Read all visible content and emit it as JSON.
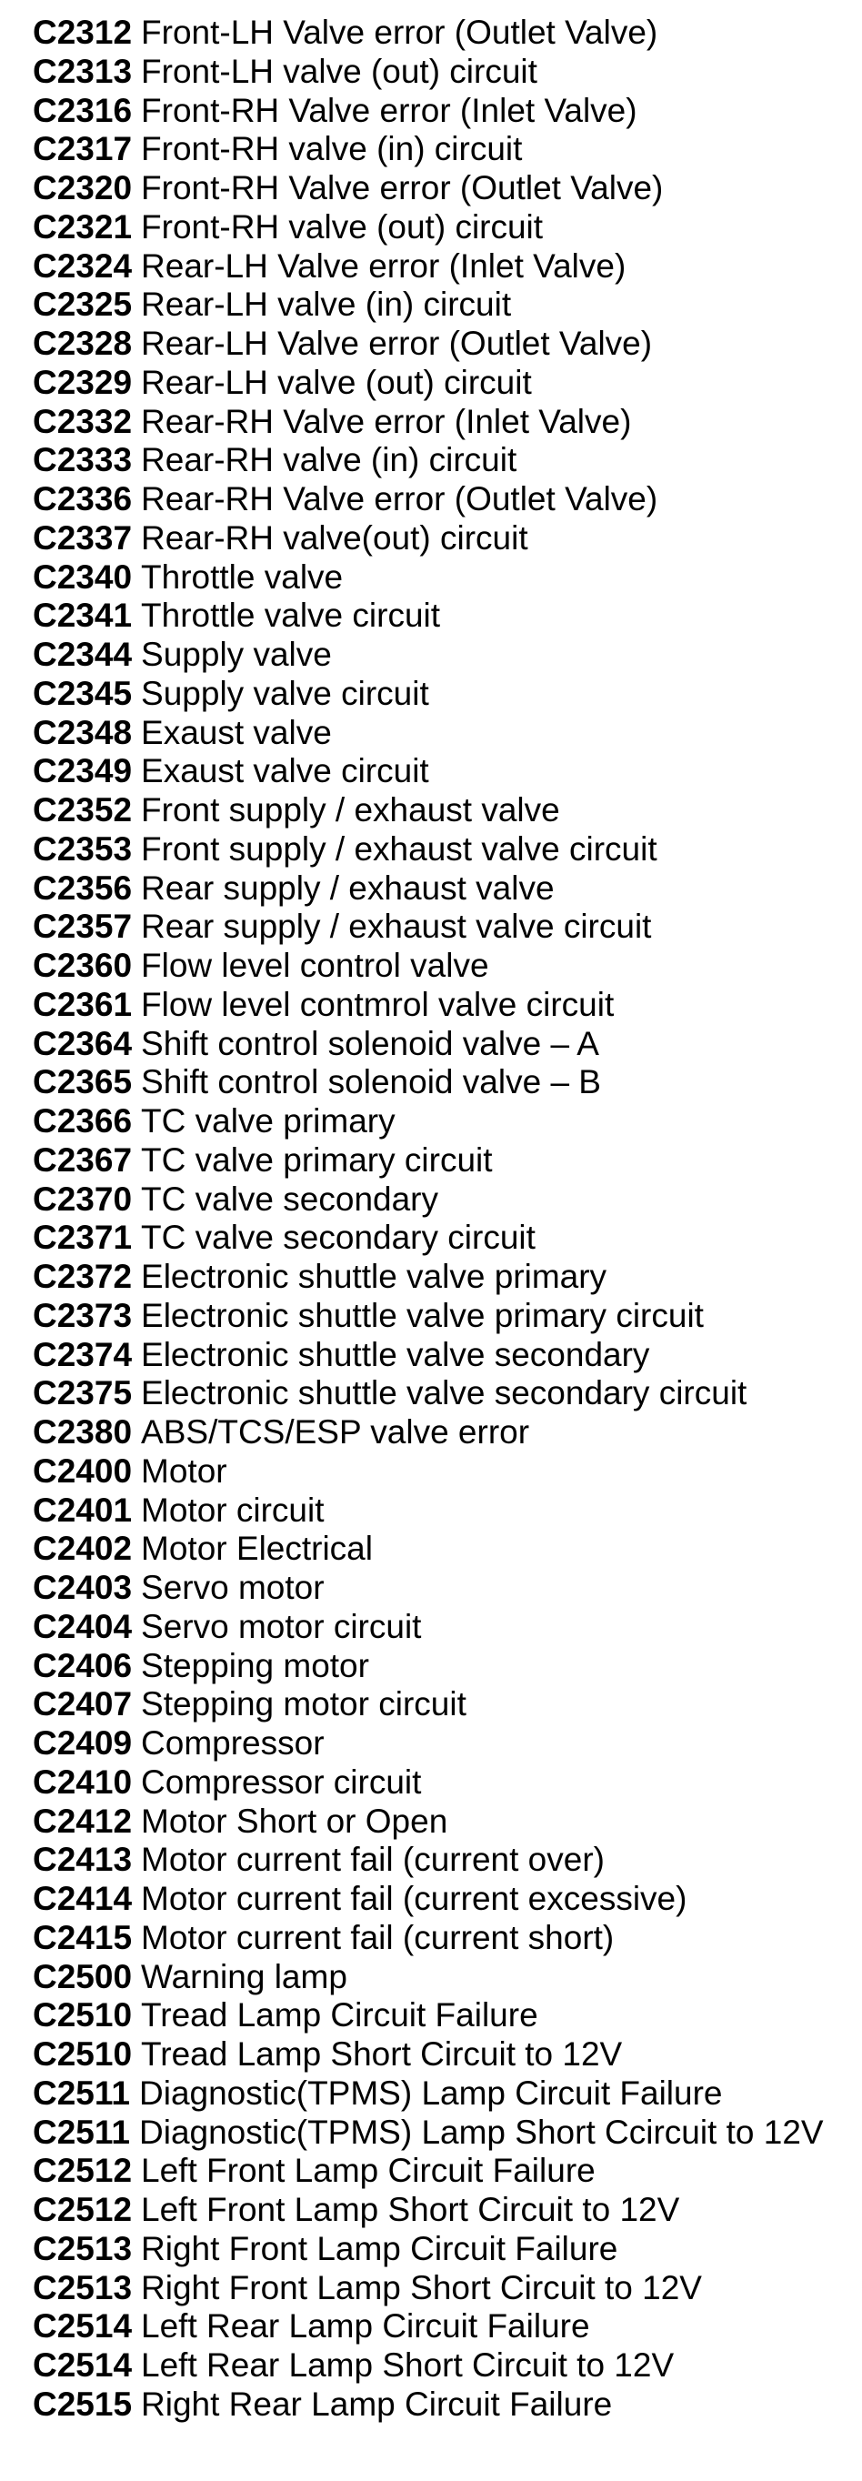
{
  "page": {
    "background_color": "#ffffff",
    "text_color": "#000000",
    "kind": "diagnostic-trouble-code-list"
  },
  "dtc_list": {
    "items": [
      {
        "code": "C2312",
        "description": "Front-LH Valve error (Outlet Valve)"
      },
      {
        "code": "C2313",
        "description": "Front-LH valve (out) circuit"
      },
      {
        "code": "C2316",
        "description": "Front-RH Valve error (Inlet Valve)"
      },
      {
        "code": "C2317",
        "description": "Front-RH valve (in) circuit"
      },
      {
        "code": "C2320",
        "description": "Front-RH Valve error (Outlet Valve)"
      },
      {
        "code": "C2321",
        "description": "Front-RH valve (out) circuit"
      },
      {
        "code": "C2324",
        "description": "Rear-LH Valve error (Inlet Valve)"
      },
      {
        "code": "C2325",
        "description": "Rear-LH valve (in) circuit"
      },
      {
        "code": "C2328",
        "description": "Rear-LH Valve error (Outlet Valve)"
      },
      {
        "code": "C2329",
        "description": "Rear-LH valve (out) circuit"
      },
      {
        "code": "C2332",
        "description": "Rear-RH Valve error (Inlet Valve)"
      },
      {
        "code": "C2333",
        "description": "Rear-RH valve (in) circuit"
      },
      {
        "code": "C2336",
        "description": "Rear-RH Valve error (Outlet Valve)"
      },
      {
        "code": "C2337",
        "description": "Rear-RH valve(out) circuit"
      },
      {
        "code": "C2340",
        "description": "Throttle valve"
      },
      {
        "code": "C2341",
        "description": "Throttle valve circuit"
      },
      {
        "code": "C2344",
        "description": "Supply valve"
      },
      {
        "code": "C2345",
        "description": "Supply valve circuit"
      },
      {
        "code": "C2348",
        "description": "Exaust valve"
      },
      {
        "code": "C2349",
        "description": "Exaust valve circuit"
      },
      {
        "code": "C2352",
        "description": "Front supply / exhaust valve"
      },
      {
        "code": "C2353",
        "description": "Front supply / exhaust valve circuit"
      },
      {
        "code": "C2356",
        "description": "Rear supply / exhaust valve"
      },
      {
        "code": "C2357",
        "description": "Rear supply / exhaust valve circuit"
      },
      {
        "code": "C2360",
        "description": "Flow level control valve"
      },
      {
        "code": "C2361",
        "description": "Flow level contmrol valve circuit"
      },
      {
        "code": "C2364",
        "description": "Shift control solenoid valve – A"
      },
      {
        "code": "C2365",
        "description": "Shift control solenoid valve – B"
      },
      {
        "code": "C2366",
        "description": "TC valve primary"
      },
      {
        "code": "C2367",
        "description": "TC valve primary circuit"
      },
      {
        "code": "C2370",
        "description": "TC valve secondary"
      },
      {
        "code": "C2371",
        "description": "TC valve secondary circuit"
      },
      {
        "code": "C2372",
        "description": "Electronic shuttle valve primary"
      },
      {
        "code": "C2373",
        "description": "Electronic shuttle valve primary circuit"
      },
      {
        "code": "C2374",
        "description": "Electronic shuttle valve secondary"
      },
      {
        "code": "C2375",
        "description": "Electronic shuttle valve secondary circuit"
      },
      {
        "code": "C2380",
        "description": "ABS/TCS/ESP valve error"
      },
      {
        "code": "C2400",
        "description": "Motor"
      },
      {
        "code": "C2401",
        "description": "Motor circuit"
      },
      {
        "code": "C2402",
        "description": "Motor Electrical"
      },
      {
        "code": "C2403",
        "description": "Servo motor"
      },
      {
        "code": "C2404",
        "description": "Servo motor circuit"
      },
      {
        "code": "C2406",
        "description": "Stepping motor"
      },
      {
        "code": "C2407",
        "description": "Stepping motor circuit"
      },
      {
        "code": "C2409",
        "description": "Compressor"
      },
      {
        "code": "C2410",
        "description": "Compressor circuit"
      },
      {
        "code": "C2412",
        "description": "Motor Short or Open"
      },
      {
        "code": "C2413",
        "description": "Motor current fail (current over)"
      },
      {
        "code": "C2414",
        "description": "Motor current fail (current excessive)"
      },
      {
        "code": "C2415",
        "description": "Motor current fail (current short)"
      },
      {
        "code": "C2500",
        "description": "Warning lamp"
      },
      {
        "code": "C2510",
        "description": "Tread Lamp Circuit Failure"
      },
      {
        "code": "C2510",
        "description": "Tread Lamp Short Circuit to 12V"
      },
      {
        "code": "C2511",
        "description": "Diagnostic(TPMS) Lamp Circuit Failure"
      },
      {
        "code": "C2511",
        "description": "Diagnostic(TPMS) Lamp Short Ccircuit to 12V"
      },
      {
        "code": "C2512",
        "description": "Left Front Lamp Circuit Failure"
      },
      {
        "code": "C2512",
        "description": "Left Front Lamp Short Circuit to 12V"
      },
      {
        "code": "C2513",
        "description": "Right Front Lamp Circuit Failure"
      },
      {
        "code": "C2513",
        "description": "Right Front Lamp Short Circuit to 12V"
      },
      {
        "code": "C2514",
        "description": "Left Rear Lamp Circuit Failure"
      },
      {
        "code": "C2514",
        "description": "Left Rear Lamp Short Circuit to 12V"
      },
      {
        "code": "C2515",
        "description": "Right Rear Lamp Circuit Failure"
      }
    ]
  }
}
